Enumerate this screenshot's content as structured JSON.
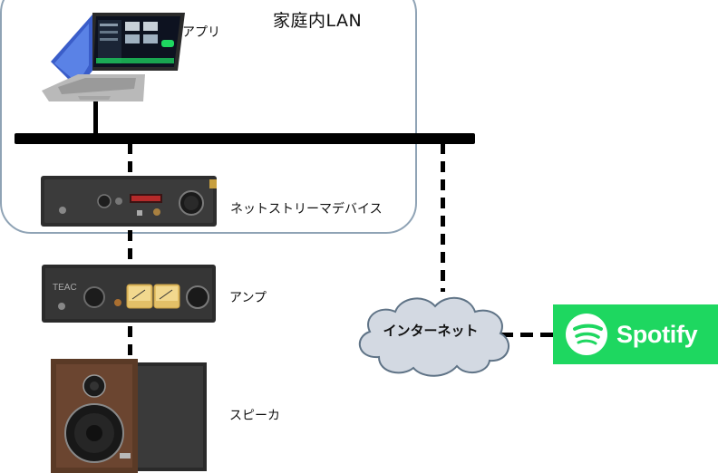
{
  "network": {
    "lan_title": "家庭内LAN",
    "internet_label": "インターネット"
  },
  "devices": {
    "app_label": "アプリ",
    "streamer_label": "ネットストリーマデバイス",
    "amp_label": "アンプ",
    "speaker_label": "スピーカ"
  },
  "service": {
    "name": "Spotify",
    "brand_color": "#1ed760"
  },
  "amp_brand": "TEAC"
}
